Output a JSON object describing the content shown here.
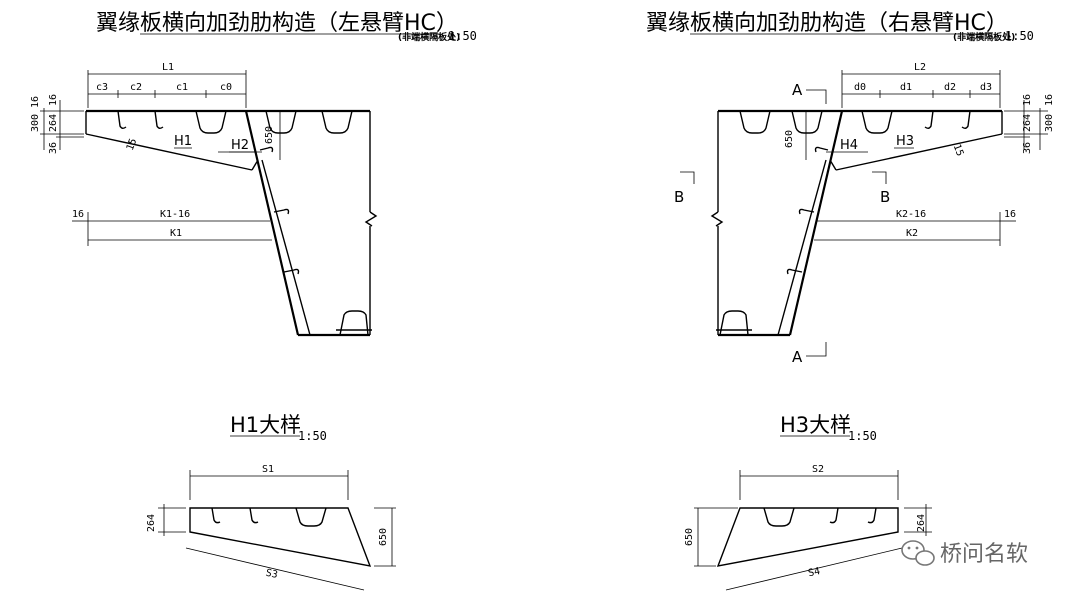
{
  "left": {
    "title": "翼缘板横向加劲肋构造（左悬臂HC）",
    "note": "(非端横隔板处)",
    "scale": "1:50",
    "dims": {
      "L1": "L1",
      "c3": "c3",
      "c2": "c2",
      "c1": "c1",
      "c0": "c0",
      "d16a": "16",
      "d300": "300",
      "d16b": "16",
      "d264": "264",
      "d36": "36",
      "d15": "15",
      "d650": "650",
      "K1_16": "K1-16",
      "K1": "K1",
      "d16c": "16"
    },
    "labels": {
      "H1": "H1",
      "H2": "H2"
    }
  },
  "right": {
    "title": "翼缘板横向加劲肋构造（右悬臂HC）",
    "note": "(非端横隔板处)",
    "scale": "1:50",
    "dims": {
      "L2": "L2",
      "d0": "d0",
      "d1": "d1",
      "d2": "d2",
      "d3": "d3",
      "d16a": "16",
      "d16b": "16",
      "d264": "264",
      "d300": "300",
      "d36": "36",
      "d15": "15",
      "d650": "650",
      "K2_16": "K2-16",
      "K2": "K2",
      "d16c": "16"
    },
    "labels": {
      "H3": "H3",
      "H4": "H4",
      "A_top": "A",
      "A_bot": "A",
      "B_left": "B",
      "B_right": "B"
    }
  },
  "detail_h1": {
    "title": "H1大样",
    "scale": "1:50",
    "S1": "S1",
    "S3": "S3",
    "d264": "264",
    "d650": "650"
  },
  "detail_h3": {
    "title": "H3大样",
    "scale": "1:50",
    "S2": "S2",
    "S4": "S4",
    "d264": "264",
    "d650": "650"
  },
  "watermark": {
    "text": "桥问名软",
    "icon": "wechat-icon"
  }
}
